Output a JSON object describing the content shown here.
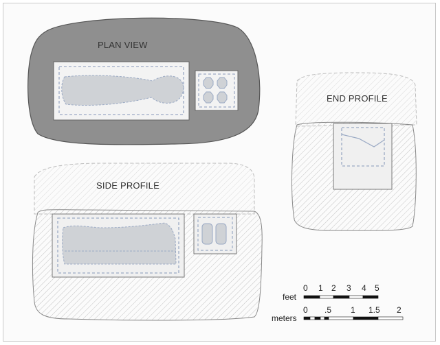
{
  "labels": {
    "plan_view": "PLAN VIEW",
    "side_profile": "SIDE PROFILE",
    "end_profile": "END PROFILE"
  },
  "scale_bars": {
    "feet": {
      "unit": "feet",
      "ticks": [
        "0",
        "1",
        "2",
        "3",
        "4",
        "5"
      ],
      "pattern": [
        "black",
        "white",
        "black",
        "white",
        "black"
      ]
    },
    "meters": {
      "unit": "meters",
      "ticks": [
        "0",
        ".5",
        "1",
        "1.5",
        "2"
      ],
      "pattern": [
        "black",
        "white",
        "black",
        "white",
        "black",
        "white",
        "black",
        "white"
      ]
    }
  },
  "colors": {
    "mound_plan": "#8f8f8f",
    "hatch_stroke": "#bcbcbc",
    "dashed_outline": "#9aa9c4",
    "body_fill": "#cfd2d6",
    "pit_fill": "#f3f3f3"
  }
}
